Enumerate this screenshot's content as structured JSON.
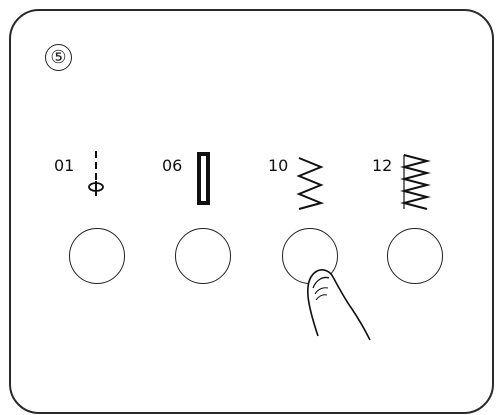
{
  "step_number": "⑤",
  "stitch_buttons": [
    {
      "code": "01",
      "stitch_icon": "straight-stitch-icon"
    },
    {
      "code": "06",
      "stitch_icon": "bar-tack-icon"
    },
    {
      "code": "10",
      "stitch_icon": "zigzag-stitch-icon"
    },
    {
      "code": "12",
      "stitch_icon": "satin-zigzag-icon"
    }
  ],
  "pressed_button_index": 2,
  "pointer_icon": "finger-press-icon"
}
